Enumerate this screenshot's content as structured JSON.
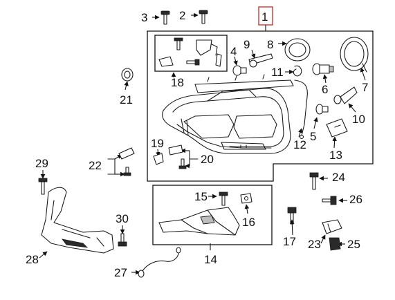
{
  "colors": {
    "line": "#1a1a1a",
    "highlight_box": "#cc2222",
    "background": "#ffffff"
  },
  "callouts": {
    "p1": "1",
    "p2": "2",
    "p3": "3",
    "p4": "4",
    "p5": "5",
    "p6": "6",
    "p7": "7",
    "p8": "8",
    "p9": "9",
    "p10": "10",
    "p11": "11",
    "p12": "12",
    "p13": "13",
    "p14": "14",
    "p15": "15",
    "p16": "16",
    "p17": "17",
    "p18": "18",
    "p19": "19",
    "p20": "20",
    "p21": "21",
    "p22": "22",
    "p23": "23",
    "p24": "24",
    "p25": "25",
    "p26": "26",
    "p27": "27",
    "p28": "28",
    "p29": "29",
    "p30": "30"
  }
}
